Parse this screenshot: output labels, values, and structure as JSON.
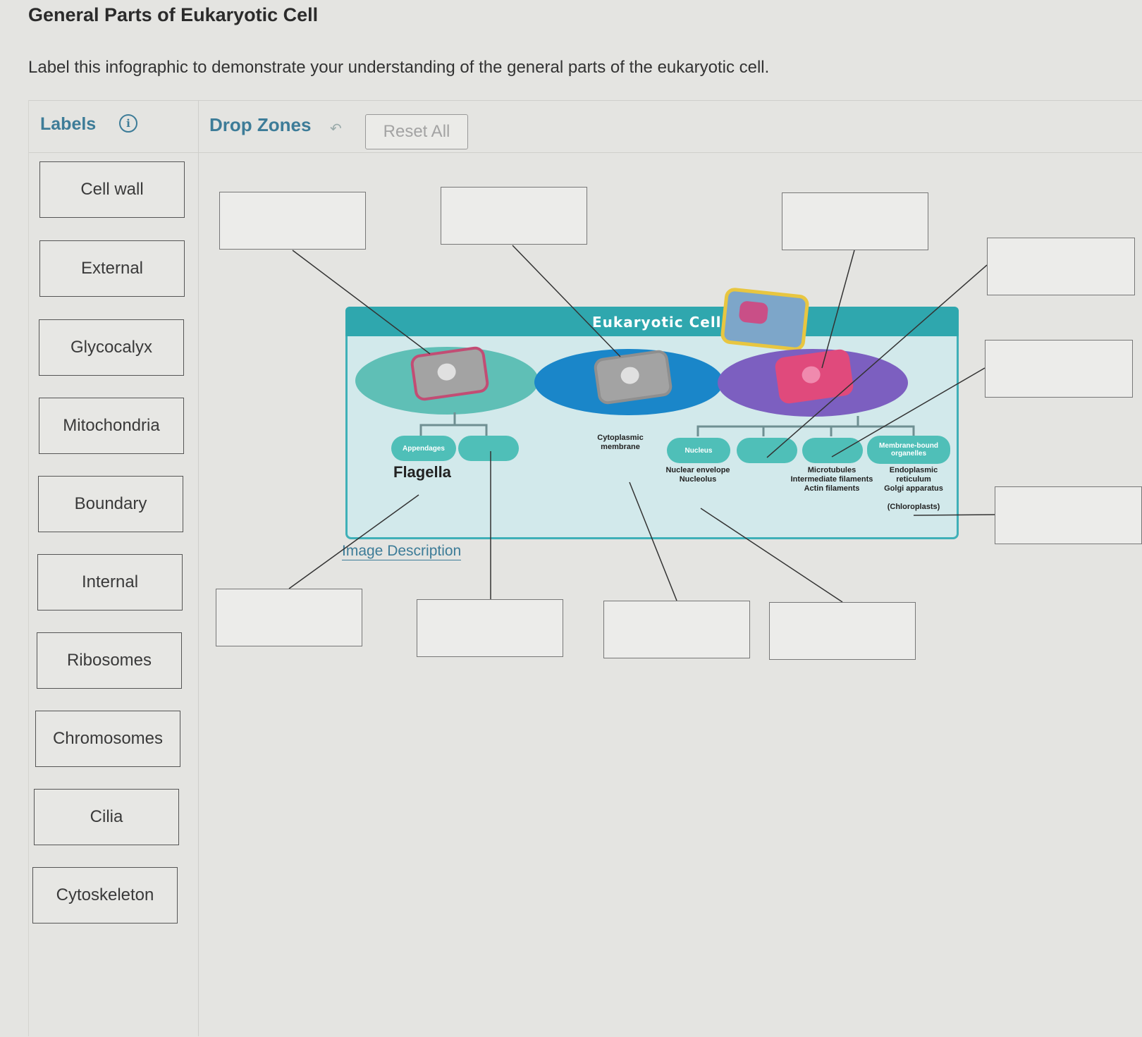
{
  "page": {
    "title": "General Parts of Eukaryotic Cell",
    "instructions": "Label this infographic to demonstrate your understanding of the general parts of the eukaryotic cell."
  },
  "labels_panel": {
    "header": "Labels",
    "items": [
      "Cell wall",
      "External",
      "Glycocalyx",
      "Mitochondria",
      "Boundary",
      "Internal",
      "Ribosomes",
      "Chromosomes",
      "Cilia",
      "Cytoskeleton"
    ]
  },
  "drop_panel": {
    "header": "Drop Zones",
    "reset_label": "Reset All",
    "image_description_link": "Image Description"
  },
  "infographic": {
    "title": "Eukaryotic Cell",
    "pills": {
      "appendages": "Appendages",
      "nucleus": "Nucleus",
      "membrane_organelles": "Membrane-bound organelles"
    },
    "texts": {
      "flagella": "Flagella",
      "cytoplasmic_membrane": "Cytoplasmic membrane",
      "nuclear": "Nuclear envelope\nNucleolus",
      "cytoskeleton": "Microtubules\nIntermediate filaments\nActin filaments",
      "organelles": "Endoplasmic reticulum\nGolgi apparatus\n\n(Chloroplasts)"
    }
  },
  "colors": {
    "accent": "#3d7c98",
    "banner": "#2fa7ae",
    "external_blob": "#5fbfb6",
    "boundary_blob": "#1a86c9",
    "internal_blob": "#7c5fc0"
  }
}
